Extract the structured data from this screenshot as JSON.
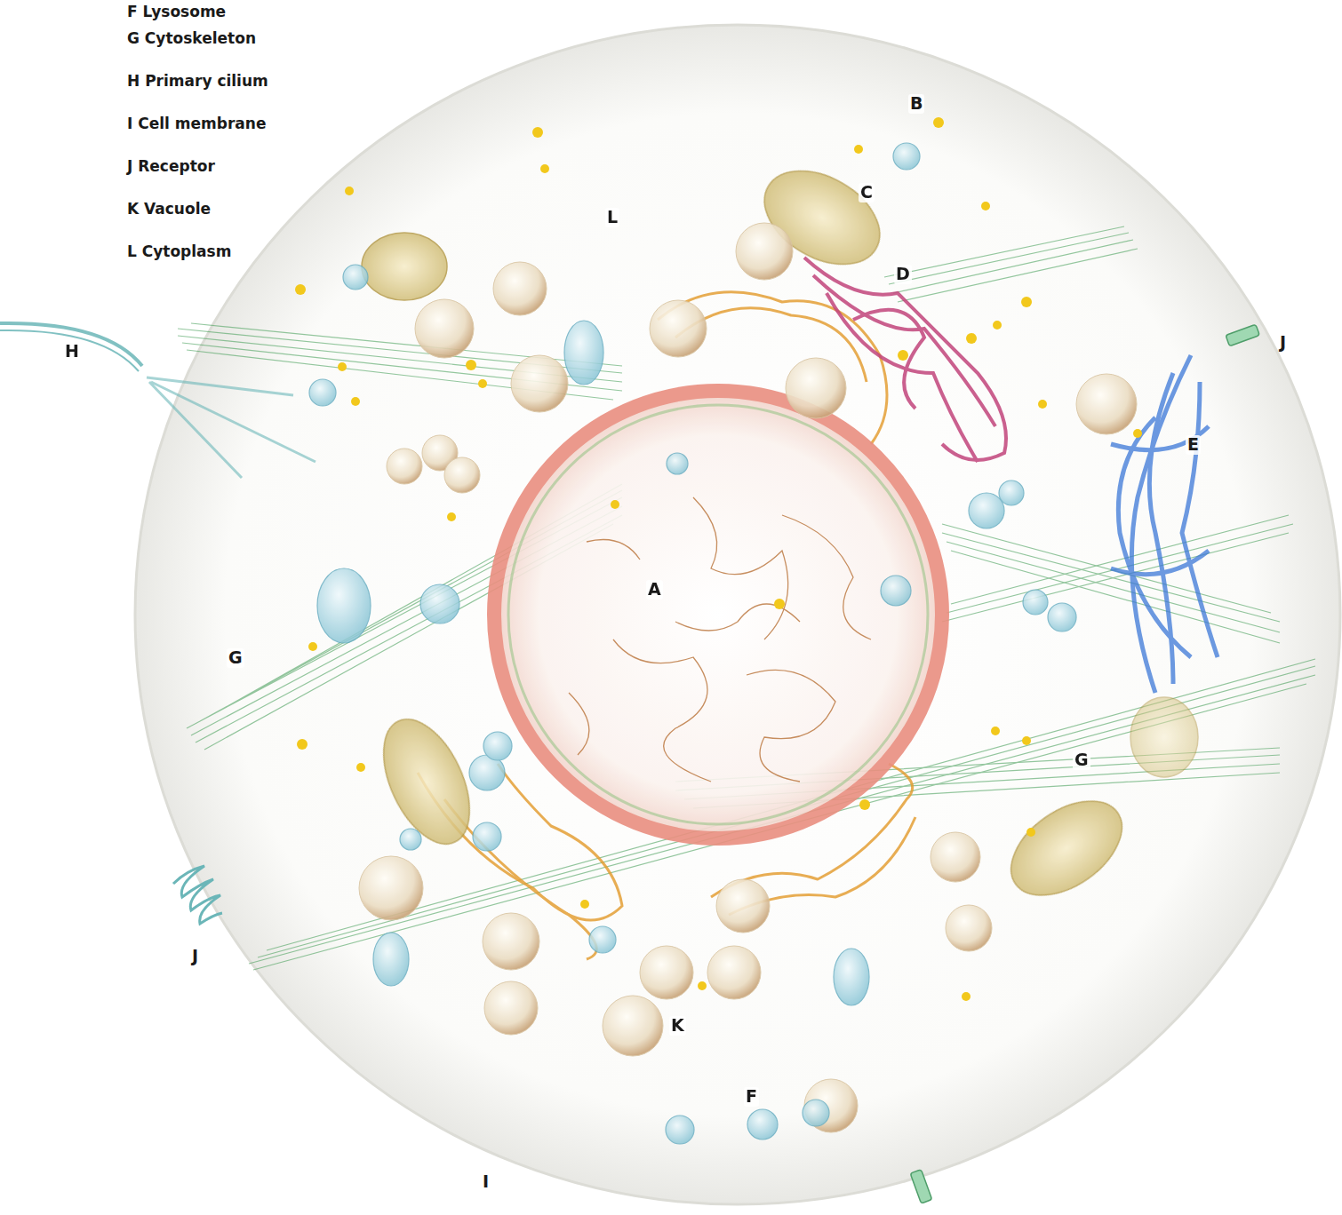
{
  "diagram": {
    "labels": [
      "F Lysosome",
      "G Cytoskeleton",
      "H Primary cilium",
      "I Cell membrane",
      "J Receptor",
      "K Vacuole",
      "L Cytoplasm",
      "B",
      "C",
      "L",
      "D",
      "H",
      "J",
      "E",
      "A",
      "G",
      "G",
      "J",
      "K",
      "F",
      "I"
    ]
  }
}
